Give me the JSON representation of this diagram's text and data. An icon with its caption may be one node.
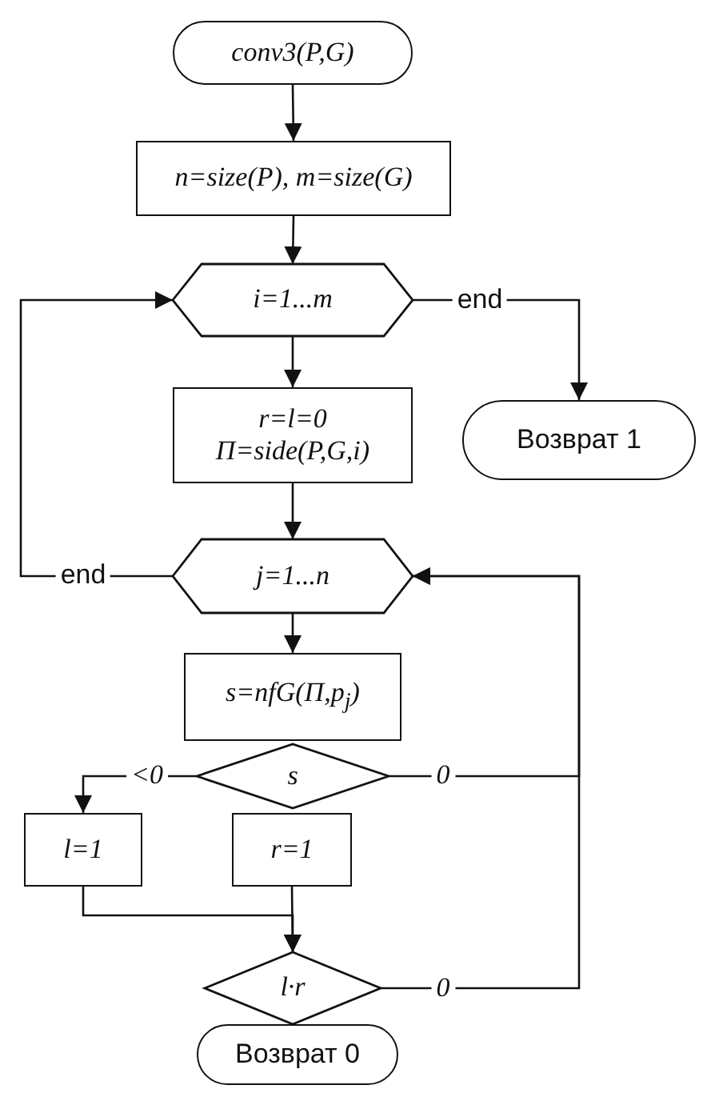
{
  "diagram": {
    "nodes": [
      {
        "text": [
          "conv3(P,G)"
        ]
      },
      {
        "text": [
          "n=size(P), m=size(G)"
        ]
      },
      {
        "text": [
          "i=1...m"
        ]
      },
      {
        "text": [
          "r=l=0",
          "П=side(P,G,i)"
        ]
      },
      {
        "text": [
          "Возврат 1"
        ]
      },
      {
        "text": [
          "j=1...n"
        ]
      },
      {
        "text": [
          "s=nfG(П,p$_{j}$)"
        ]
      },
      {
        "text": [
          "s"
        ]
      },
      {
        "text": [
          "l=1"
        ]
      },
      {
        "text": [
          "r=1"
        ]
      },
      {
        "text": [
          "l·r"
        ]
      },
      {
        "text": [
          "Возврат 0"
        ]
      }
    ],
    "edges": [
      {
        "from": 0,
        "to": 1,
        "arrow": "to"
      },
      {
        "from": 1,
        "to": 2,
        "arrow": "to"
      },
      {
        "from": 2,
        "to": 3,
        "arrow": "to"
      },
      {
        "from": 2,
        "to": 4,
        "label": "end",
        "arrow": "to"
      },
      {
        "from": 3,
        "to": 5,
        "arrow": "to"
      },
      {
        "from": 5,
        "to": 2,
        "label": "end",
        "arrow": "to"
      },
      {
        "from": 5,
        "to": 6,
        "arrow": "to"
      },
      {
        "from": 7,
        "to": 8,
        "label": "<0",
        "arrow": "to"
      },
      {
        "from": 7,
        "to": 5,
        "label": "0",
        "arrow": "to"
      },
      {
        "from": 8,
        "to": 10,
        "arrow": "to"
      },
      {
        "from": 9,
        "to": 10,
        "arrow": "to"
      },
      {
        "from": 10,
        "to": 5,
        "label": "0",
        "arrow": "to"
      }
    ]
  }
}
